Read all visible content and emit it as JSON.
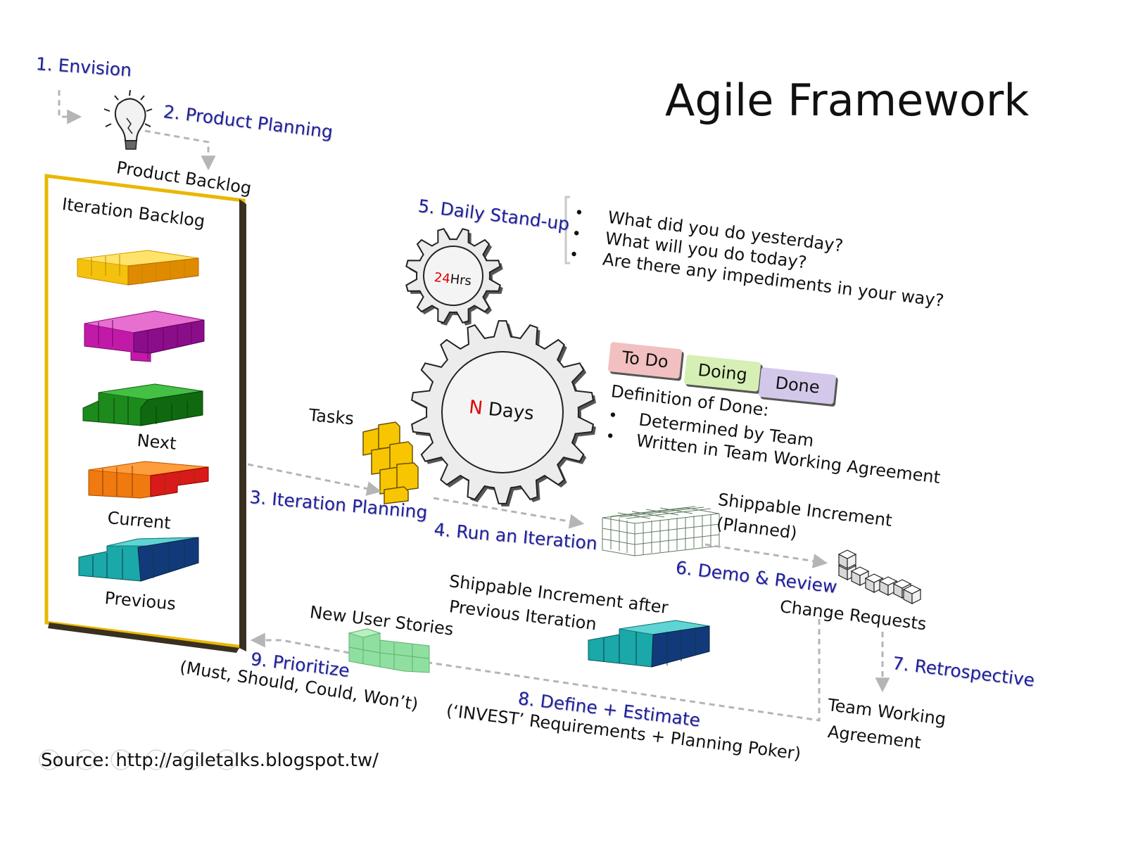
{
  "title": "Agile Framework",
  "steps": {
    "envision": "1. Envision",
    "product_planning": "2. Product Planning",
    "iteration_planning": "3. Iteration Planning",
    "run_iteration": "4. Run an Iteration",
    "daily_standup": "5. Daily Stand-up",
    "demo_review": "6. Demo & Review",
    "retrospective": "7. Retrospective",
    "define_estimate": "8. Define + Estimate",
    "prioritize": "9. Prioritize"
  },
  "labels": {
    "product_backlog": "Product Backlog",
    "iteration_backlog": "Iteration Backlog",
    "next": "Next",
    "current": "Current",
    "previous": "Previous",
    "tasks": "Tasks",
    "gear_small_num": "24",
    "gear_small_unit": "Hrs",
    "gear_big_num": "N",
    "gear_big_unit": " Days",
    "shippable_planned_1": "Shippable Increment",
    "shippable_planned_2": "(Planned)",
    "change_requests": "Change Requests",
    "team_agreement_1": "Team Working",
    "team_agreement_2": "Agreement",
    "shippable_prev_1": "Shippable Increment after",
    "shippable_prev_2": "Previous Iteration",
    "new_user_stories": "New User Stories",
    "moscow": "(Must, Should, Could, Won’t)",
    "invest": "(‘INVEST’ Requirements + Planning Poker)",
    "definition_of_done": "Definition of Done:"
  },
  "standup_questions": [
    "What did you do yesterday?",
    "What will you do today?",
    "Are there any impediments in your way?"
  ],
  "done_criteria": [
    "Determined by Team",
    "Written in Team Working Agreement"
  ],
  "kanban": {
    "todo": "To Do",
    "doing": "Doing",
    "done": "Done"
  },
  "source": "Source: http://agiletalks.blogspot.tw/",
  "colors": {
    "step_text": "#1f1fa3",
    "frame": "#e8b800",
    "highlight_red": "#e00000",
    "todo_bg": "#f2c0c0",
    "doing_bg": "#d6efb4",
    "done_bg": "#d4c8ea"
  }
}
